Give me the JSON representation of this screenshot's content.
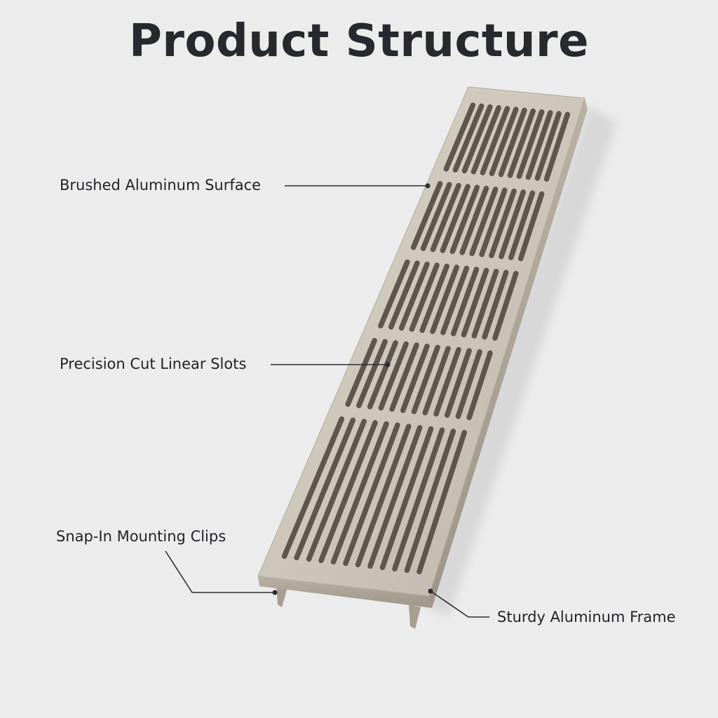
{
  "title": "Product Structure",
  "callouts": {
    "surface": "Brushed Aluminum Surface",
    "slots": "Precision Cut Linear Slots",
    "clips": "Snap-In Mounting Clips",
    "frame": "Sturdy Aluminum Frame"
  },
  "colors": {
    "background": "#ececec",
    "aluminum": "#c9c2b6",
    "slot": "#5e554b",
    "leader": "#2a2d31"
  }
}
